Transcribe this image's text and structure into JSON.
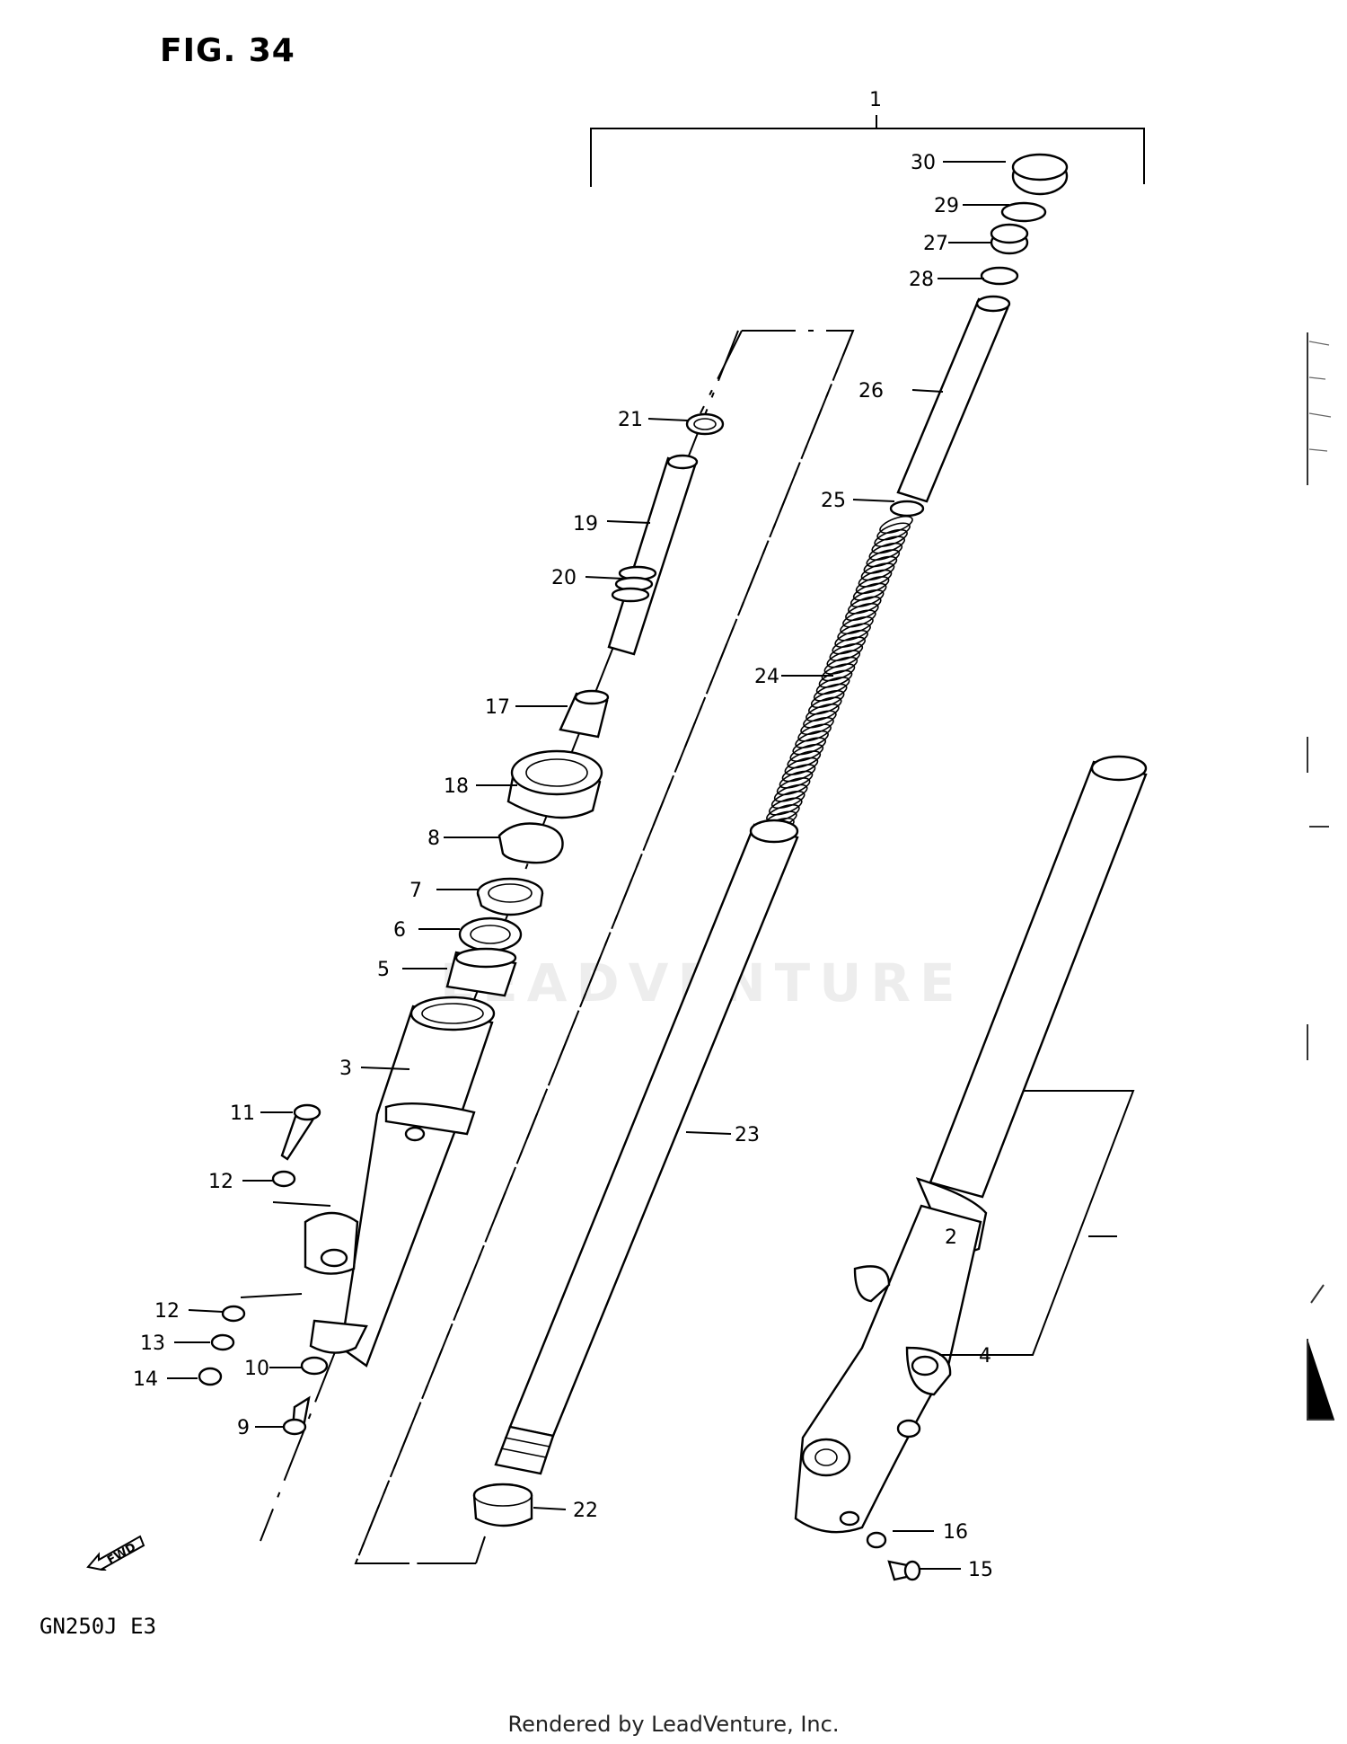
{
  "figure_title": "FIG. 34",
  "model_code": "GN250J  E3",
  "footer_text": "Rendered by LeadVenture, Inc.",
  "watermark_text": "LEADVENTURE",
  "fwd_label": "FWD",
  "callouts": {
    "p1": "1",
    "p2": "2",
    "p3": "3",
    "p4": "4",
    "p5": "5",
    "p6": "6",
    "p7": "7",
    "p8": "8",
    "p9": "9",
    "p10": "10",
    "p11": "11",
    "p12a": "12",
    "p12b": "12",
    "p13": "13",
    "p14": "14",
    "p15": "15",
    "p16": "16",
    "p17": "17",
    "p18": "18",
    "p19": "19",
    "p20": "20",
    "p21": "21",
    "p22": "22",
    "p23": "23",
    "p24": "24",
    "p25": "25",
    "p26": "26",
    "p27": "27",
    "p28": "28",
    "p29": "29",
    "p30": "30"
  }
}
